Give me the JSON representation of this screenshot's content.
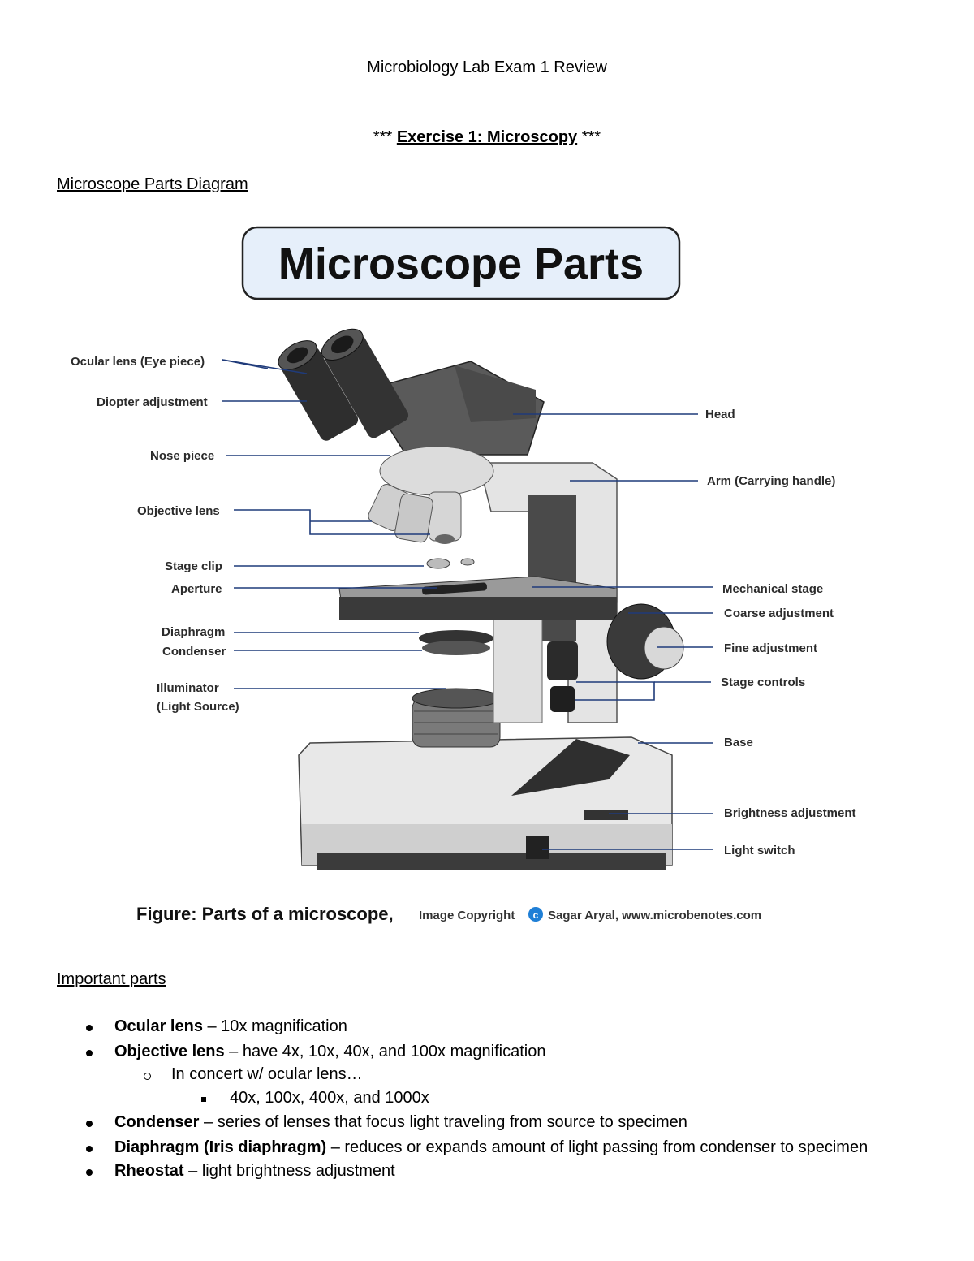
{
  "doc_title": "Microbiology Lab Exam 1 Review",
  "exercise": {
    "prefix": "***",
    "title": "Exercise 1: Microscopy",
    "suffix": "***"
  },
  "diagram_heading": "Microscope Parts Diagram",
  "figure": {
    "banner": "Microscope Parts",
    "labels_left": {
      "ocular": "Ocular lens (Eye piece)",
      "diopter": "Diopter adjustment",
      "nose": "Nose piece",
      "objective": "Objective lens",
      "stage_clip": "Stage clip",
      "aperture": "Aperture",
      "diaphragm": "Diaphragm",
      "condenser": "Condenser",
      "illuminator_1": "Illuminator",
      "illuminator_2": "(Light Source)"
    },
    "labels_right": {
      "head": "Head",
      "arm": "Arm (Carrying handle)",
      "mech_stage": "Mechanical stage",
      "coarse": "Coarse adjustment",
      "fine": "Fine adjustment",
      "stage_controls": "Stage controls",
      "base": "Base",
      "brightness": "Brightness adjustment",
      "light_switch": "Light switch"
    },
    "caption_main": "Figure: Parts of a microscope,",
    "caption_credit_1": "Image Copyright",
    "caption_copyright_symbol": "c",
    "caption_credit_2": "Sagar Aryal, www.microbenotes.com",
    "colors": {
      "leader": "#1f3b7a",
      "banner_fill": "#e6effa",
      "copyright_badge": "#1f7fd6"
    }
  },
  "important_heading": "Important parts",
  "parts": {
    "ocular": {
      "term": "Ocular lens",
      "desc": " – 10x magnification"
    },
    "objective": {
      "term": "Objective lens",
      "desc": " – have 4x, 10x, 40x, and 100x magnification"
    },
    "concert": "In concert w/ ocular lens…",
    "totals": "40x, 100x, 400x, and 1000x",
    "condenser": {
      "term": "Condenser",
      "desc": " – series of lenses that focus light traveling from source to specimen"
    },
    "diaphragm": {
      "term": "Diaphragm (Iris diaphragm)",
      "desc": " – reduces or expands amount of light passing from condenser to specimen"
    },
    "rheostat": {
      "term": "Rheostat",
      "desc": " – light brightness adjustment"
    }
  }
}
